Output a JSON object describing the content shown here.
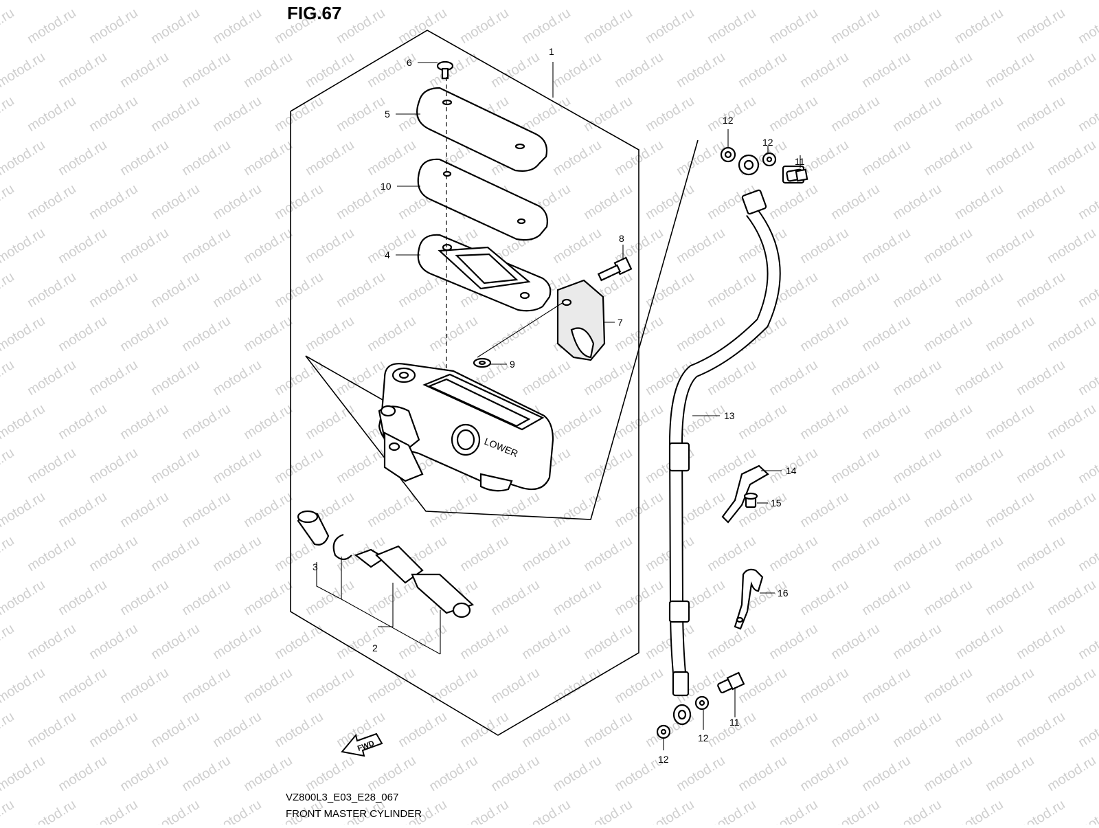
{
  "figure": {
    "title": "FIG.67",
    "drawing_code": "VZ800L3_E03_E28_067",
    "caption": "FRONT MASTER CYLINDER"
  },
  "watermark": {
    "text": "motod.ru"
  },
  "fwd_arrow": {
    "label": "FWD"
  },
  "callouts": [
    {
      "id": "c1",
      "label": "1"
    },
    {
      "id": "c2",
      "label": "2"
    },
    {
      "id": "c3",
      "label": "3"
    },
    {
      "id": "c4",
      "label": "4"
    },
    {
      "id": "c5",
      "label": "5"
    },
    {
      "id": "c6",
      "label": "6"
    },
    {
      "id": "c7",
      "label": "7"
    },
    {
      "id": "c8",
      "label": "8"
    },
    {
      "id": "c9",
      "label": "9"
    },
    {
      "id": "c10",
      "label": "10"
    },
    {
      "id": "c11a",
      "label": "11"
    },
    {
      "id": "c11b",
      "label": "11"
    },
    {
      "id": "c12a",
      "label": "12"
    },
    {
      "id": "c12b",
      "label": "12"
    },
    {
      "id": "c12c",
      "label": "12"
    },
    {
      "id": "c12d",
      "label": "12"
    },
    {
      "id": "c13",
      "label": "13"
    },
    {
      "id": "c14",
      "label": "14"
    },
    {
      "id": "c15",
      "label": "15"
    },
    {
      "id": "c16",
      "label": "16"
    }
  ],
  "reservoir_text": {
    "label": "LOWER"
  }
}
